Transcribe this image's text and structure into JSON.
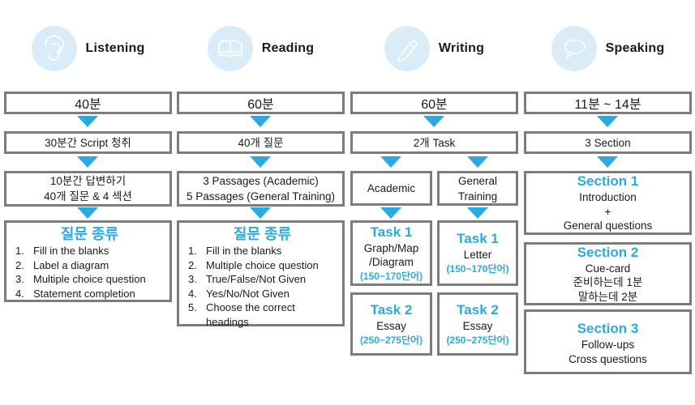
{
  "colors": {
    "accent": "#29ABE2",
    "box_border": "#7C7C7C",
    "icon_circle_bg": "#D9ECF8",
    "text": "#1A1A1A"
  },
  "headers": [
    {
      "label": "Listening",
      "icon": "ear-icon"
    },
    {
      "label": "Reading",
      "icon": "open-book-icon"
    },
    {
      "label": "Writing",
      "icon": "pen-icon"
    },
    {
      "label": "Speaking",
      "icon": "speech-bubble-icon"
    }
  ],
  "listening": {
    "time": "40분",
    "step2": "30분간 Script 청취",
    "step3": [
      "10분간 답변하기",
      "40개 질문 & 4 섹션"
    ],
    "question_types_title": "질문 종류",
    "question_types": [
      {
        "num": "1.",
        "text": "Fill in the blanks"
      },
      {
        "num": "2.",
        "text": "Label a diagram"
      },
      {
        "num": "3.",
        "text": "Multiple choice question"
      },
      {
        "num": "4.",
        "text": "Statement completion"
      }
    ]
  },
  "reading": {
    "time": "60분",
    "step2": "40개 질문",
    "step3": [
      "3 Passages (Academic)",
      "5 Passages (General Training)"
    ],
    "question_types_title": "질문 종류",
    "question_types": [
      {
        "num": "1.",
        "text": "Fill in the blanks"
      },
      {
        "num": "2.",
        "text": "Multiple choice question"
      },
      {
        "num": "3.",
        "text": "True/False/Not Given"
      },
      {
        "num": "4.",
        "text": "Yes/No/Not Given"
      },
      {
        "num": "5.",
        "text": "Choose the correct headings"
      }
    ]
  },
  "writing": {
    "time": "60분",
    "step2": "2개 Task",
    "academic": {
      "label": "Academic",
      "task1": {
        "title": "Task 1",
        "body1": "Graph/Map",
        "body2": "/Diagram",
        "words": "(150~170단어)"
      },
      "task2": {
        "title": "Task 2",
        "body1": "Essay",
        "words": "(250~275단어)"
      }
    },
    "general_training": {
      "label": "General Training",
      "task1": {
        "title": "Task 1",
        "body1": "Letter",
        "words": "(150~170단어)"
      },
      "task2": {
        "title": "Task 2",
        "body1": "Essay",
        "words": "(250~275단어)"
      }
    }
  },
  "speaking": {
    "time": "11분 ~ 14분",
    "step2": "3 Section",
    "sections": [
      {
        "title": "Section 1",
        "lines": [
          "Introduction",
          "+",
          "General questions"
        ]
      },
      {
        "title": "Section 2",
        "lines": [
          "Cue-card",
          "준비하는데 1분",
          "말하는데 2분"
        ]
      },
      {
        "title": "Section 3",
        "lines": [
          "Follow-ups",
          "Cross questions"
        ]
      }
    ]
  }
}
